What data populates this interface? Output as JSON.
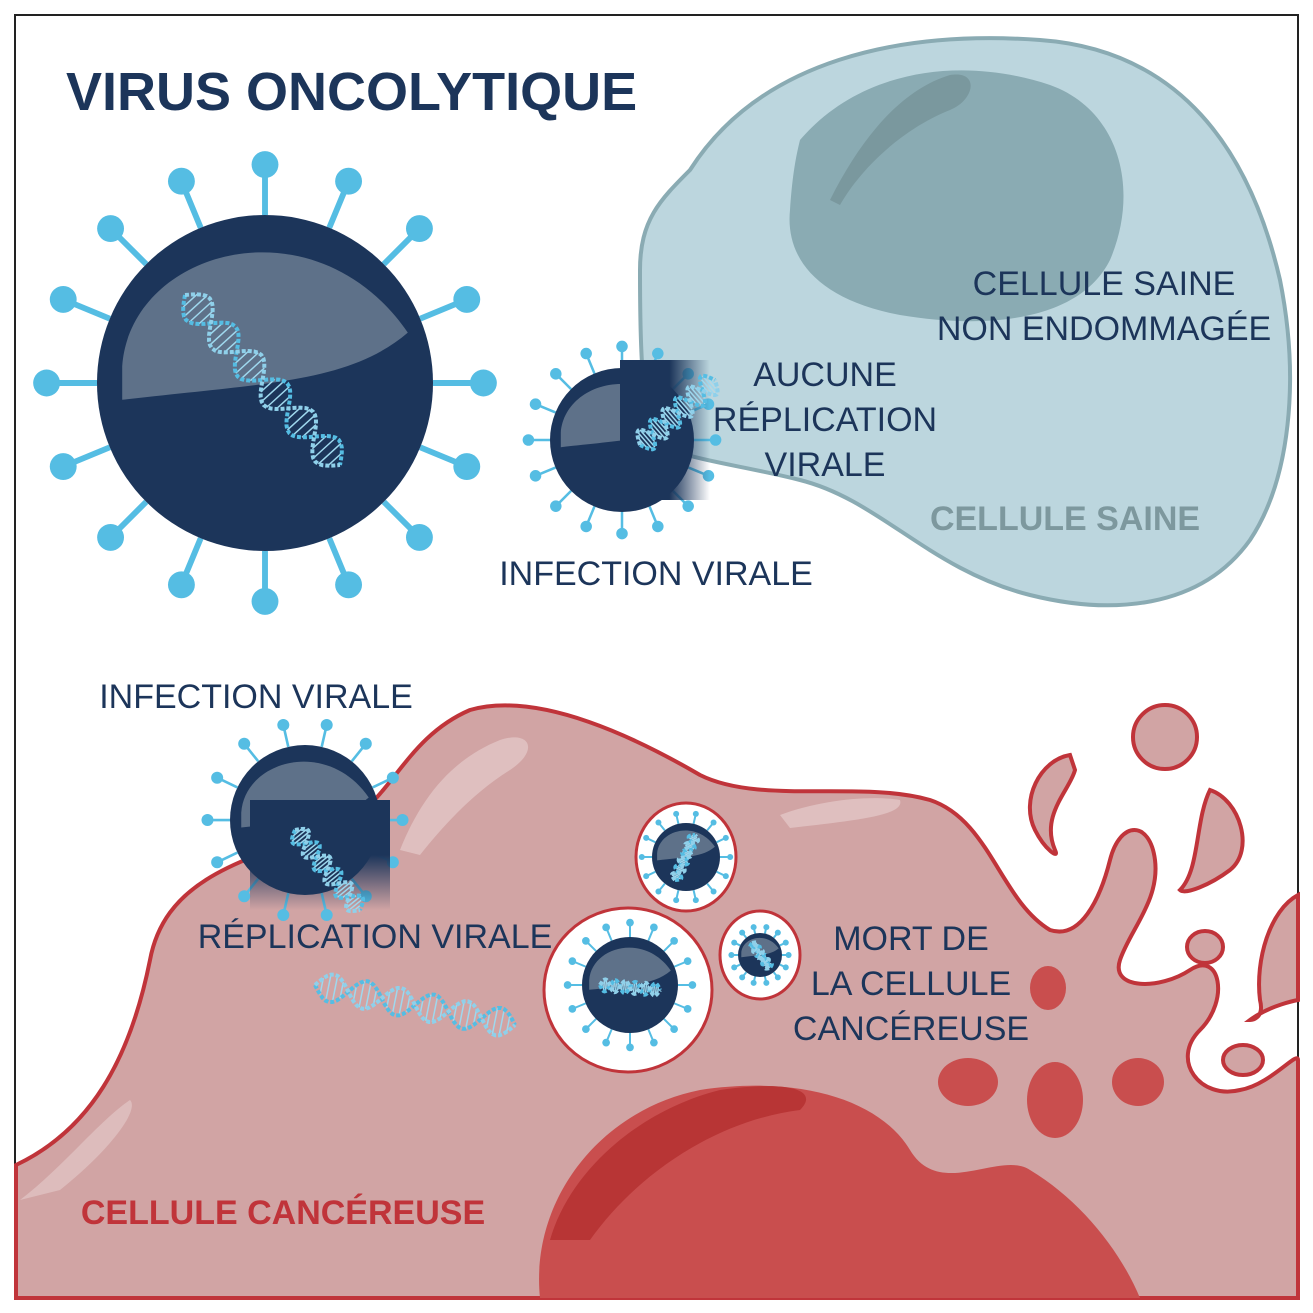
{
  "title": "VIRUS ONCOLYTIQUE",
  "healthy": {
    "cell_label": "CELLULE SAINE",
    "status_line1": "CELLULE SAINE",
    "status_line2": "NON ENDOMMAGÉE",
    "no_replication_line1": "AUCUNE",
    "no_replication_line2": "RÉPLICATION",
    "no_replication_line3": "VIRALE",
    "infection_label": "INFECTION VIRALE"
  },
  "cancer": {
    "cell_label": "CELLULE CANCÉREUSE",
    "infection_label": "INFECTION VIRALE",
    "replication_label": "RÉPLICATION VIRALE",
    "death_line1": "MORT DE",
    "death_line2": "LA CELLULE",
    "death_line3": "CANCÉREUSE"
  },
  "colors": {
    "navy": "#1c355a",
    "spike": "#55bde3",
    "healthy_cell": "#bcd6de",
    "healthy_nucleus": "#8aabb3",
    "cancer_cell": "#d1a4a4",
    "cancer_border": "#c0343a",
    "cancer_nucleus": "#c94e4e",
    "grey_label": "#7d989e"
  }
}
